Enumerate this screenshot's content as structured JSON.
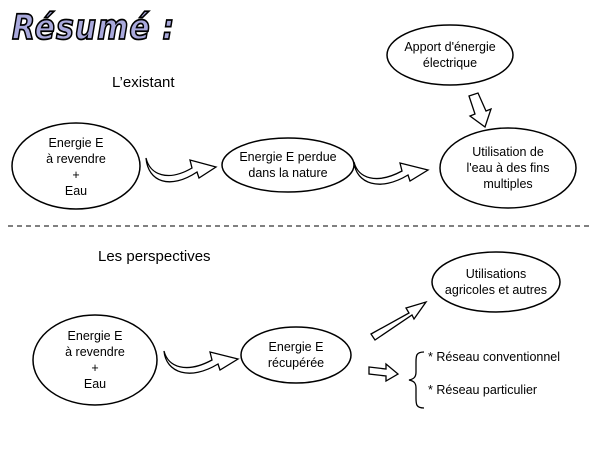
{
  "title": "Résumé :",
  "sections": {
    "existant": "L’existant",
    "perspectives": "Les perspectives"
  },
  "nodes": {
    "apport": {
      "line1": "Apport d'énergie",
      "line2": "électrique"
    },
    "energie_top": {
      "line1": "Energie E",
      "line2": "à revendre",
      "line3": "+",
      "line4": "Eau"
    },
    "perdue": {
      "line1": "Energie E perdue",
      "line2": "dans la nature"
    },
    "utilisation": {
      "line1": "Utilisation de",
      "line2": "l'eau à des fins",
      "line3": "multiples"
    },
    "utilisations_agricoles": {
      "line1": "Utilisations",
      "line2": "agricoles et autres"
    },
    "energie_bottom": {
      "line1": "Energie E",
      "line2": "à revendre",
      "line3": "+",
      "line4": "Eau"
    },
    "recuperee": {
      "line1": "Energie E",
      "line2": "récupérée"
    }
  },
  "networks": {
    "conventionnel": "* Réseau  conventionnel",
    "particulier": "* Réseau  particulier"
  }
}
